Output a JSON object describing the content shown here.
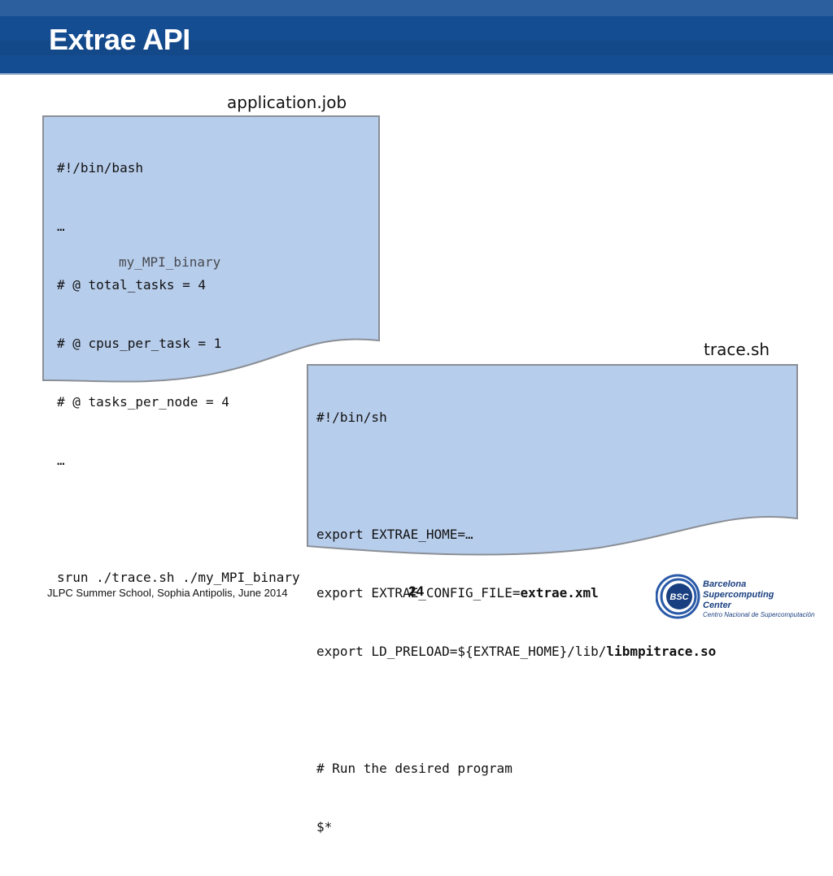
{
  "slide": {
    "title": "Extrae API",
    "page_number": "24",
    "footer": "JLPC Summer School, Sophia Antipolis, June 2014"
  },
  "job_file": {
    "label": "application.job",
    "lines": [
      "#!/bin/bash",
      "…",
      "# @ total_tasks = 4",
      "# @ cpus_per_task = 1",
      "# @ tasks_per_node = 4",
      "…",
      "",
      "srun ./trace.sh ./my_MPI_binary"
    ],
    "overlay_text": "my_MPI_binary"
  },
  "trace_file": {
    "label": "trace.sh",
    "lines": {
      "shebang": "#!/bin/sh",
      "home": "export EXTRAE_HOME=…",
      "config_prefix": "export EXTRAE_CONFIG_FILE=",
      "config_value": "extrae.xml",
      "preload_prefix": "export LD_PRELOAD=${EXTRAE_HOME}/lib/",
      "preload_value": "libmpitrace.so",
      "comment": "# Run the desired program",
      "exec": "$*"
    }
  },
  "logo": {
    "monogram": "BSC",
    "line1": "Barcelona",
    "line2": "Supercomputing",
    "line3": "Center",
    "line4": "Centro Nacional de Supercomputación"
  },
  "colors": {
    "header": "#154d92",
    "document_fill": "#b7cdec",
    "document_border": "#8a8f96"
  }
}
